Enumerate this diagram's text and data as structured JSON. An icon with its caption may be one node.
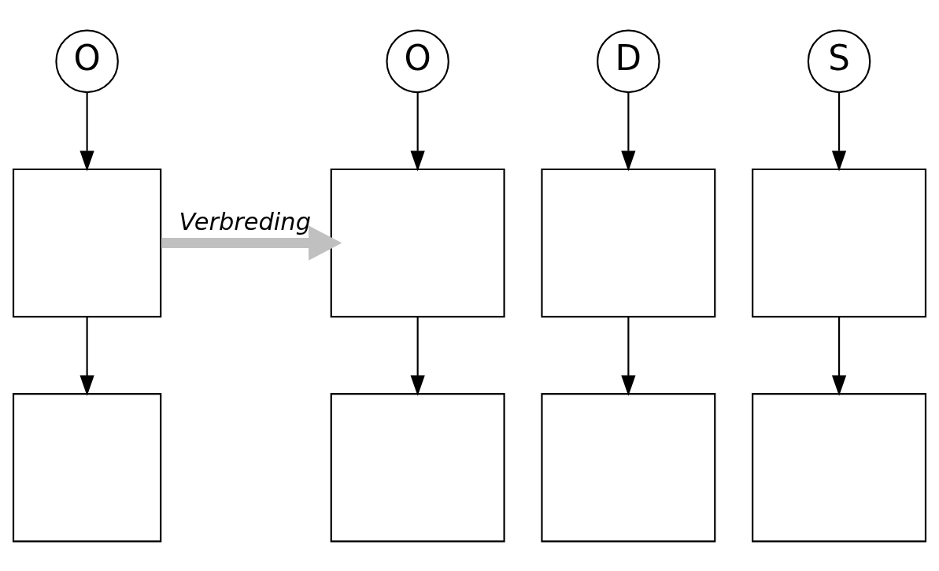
{
  "diagram": {
    "nodes": [
      {
        "text": [
          "O"
        ]
      },
      {
        "text": [],
        "shape": "box"
      },
      {
        "text": [],
        "shape": "box"
      },
      {
        "text": [
          "O"
        ]
      },
      {
        "text": [
          "D"
        ]
      },
      {
        "text": [
          "S"
        ]
      },
      {
        "text": [],
        "shape": "box"
      },
      {
        "text": [],
        "shape": "box"
      },
      {
        "text": [],
        "shape": "box"
      },
      {
        "text": [],
        "shape": "box"
      },
      {
        "text": [],
        "shape": "box"
      },
      {
        "text": [],
        "shape": "box"
      }
    ],
    "edges": [
      {
        "from": 0,
        "to": 1,
        "arrow": "to"
      },
      {
        "from": 1,
        "to": 2,
        "arrow": "to"
      },
      {
        "from": 1,
        "to": 6,
        "arrow": "to",
        "label": "Verbreding",
        "style": "thick",
        "color": "#c0c0c0"
      },
      {
        "from": 3,
        "to": 6,
        "arrow": "to"
      },
      {
        "from": 4,
        "to": 7,
        "arrow": "to"
      },
      {
        "from": 5,
        "to": 8,
        "arrow": "to"
      },
      {
        "from": 6,
        "to": 9,
        "arrow": "to"
      },
      {
        "from": 7,
        "to": 10,
        "arrow": "to"
      },
      {
        "from": 8,
        "to": 11,
        "arrow": "to"
      }
    ]
  }
}
